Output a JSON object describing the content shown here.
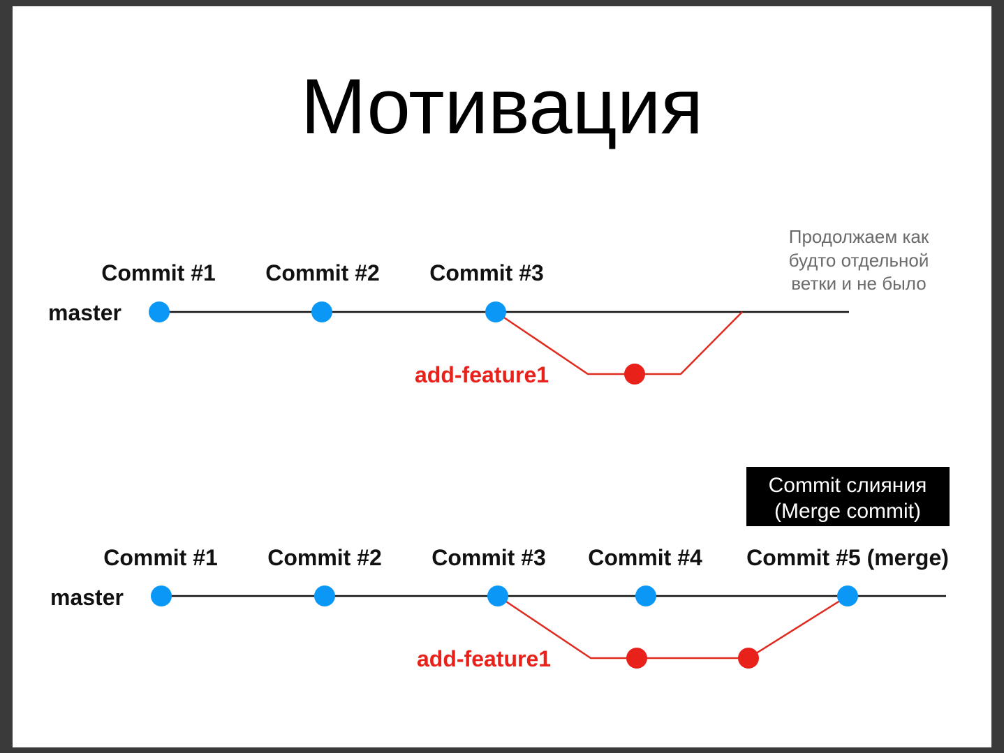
{
  "slide": {
    "title": "Мотивация"
  },
  "colors": {
    "commit_dot": "#0a97f5",
    "feature_dot": "#e8221b",
    "master_line": "#111111",
    "feature_line": "#e02a1e",
    "note_text": "#6b6b6b",
    "merge_box_bg": "#000000"
  },
  "diagram_top": {
    "branch_label": "master",
    "commits": [
      {
        "label": "Commit #1"
      },
      {
        "label": "Commit #2"
      },
      {
        "label": "Commit #3"
      }
    ],
    "feature_branch_label": "add-feature1",
    "note_lines": [
      "Продолжаем как",
      "будто отдельной",
      "ветки и не было"
    ]
  },
  "diagram_bottom": {
    "branch_label": "master",
    "commits": [
      {
        "label": "Commit #1"
      },
      {
        "label": "Commit #2"
      },
      {
        "label": "Commit #3"
      },
      {
        "label": "Commit #4"
      },
      {
        "label": "Commit #5 (merge)"
      }
    ],
    "feature_branch_label": "add-feature1",
    "merge_box_lines": [
      "Commit слияния",
      "(Merge commit)"
    ]
  }
}
